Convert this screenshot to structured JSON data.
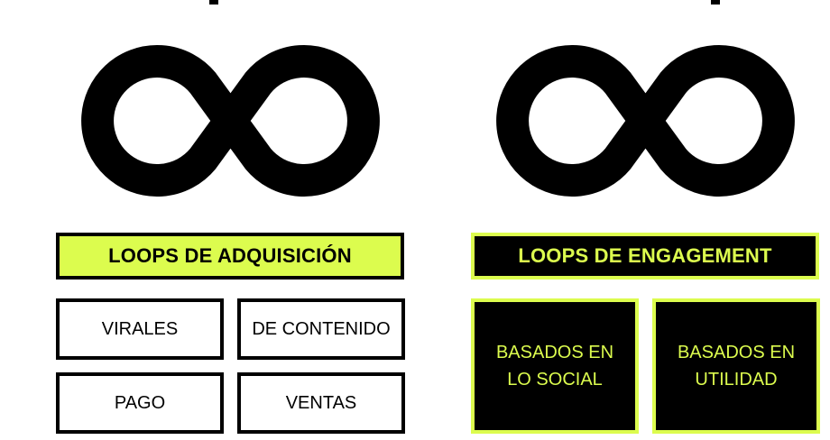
{
  "colors": {
    "accent": "#dcfc4e",
    "ink": "#000000",
    "paper": "#ffffff"
  },
  "left": {
    "icon": "infinity-icon",
    "header": "LOOPS DE ADQUISICIÓN",
    "items": [
      "VIRALES",
      "DE CONTENIDO",
      "PAGO",
      "VENTAS"
    ]
  },
  "right": {
    "icon": "infinity-icon",
    "header": "LOOPS DE ENGAGEMENT",
    "items": [
      [
        "BASADOS EN",
        "LO SOCIAL"
      ],
      [
        "BASADOS EN",
        "UTILIDAD"
      ]
    ]
  }
}
